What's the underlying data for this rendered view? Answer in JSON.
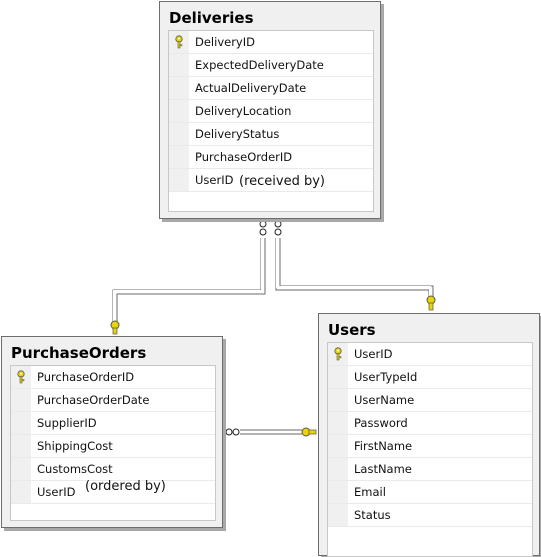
{
  "tables": {
    "deliveries": {
      "title": "Deliveries",
      "columns": [
        "DeliveryID",
        "ExpectedDeliveryDate",
        "ActualDeliveryDate",
        "DeliveryLocation",
        "DeliveryStatus",
        "PurchaseOrderID",
        "UserID"
      ],
      "key_column": "DeliveryID"
    },
    "purchase_orders": {
      "title": "PurchaseOrders",
      "columns": [
        "PurchaseOrderID",
        "PurchaseOrderDate",
        "SupplierID",
        "ShippingCost",
        "CustomsCost",
        "UserID"
      ],
      "key_column": "PurchaseOrderID"
    },
    "users": {
      "title": "Users",
      "columns": [
        "UserID",
        "UserTypeId",
        "UserName",
        "Password",
        "FirstName",
        "LastName",
        "Email",
        "Status"
      ],
      "key_column": "UserID"
    }
  },
  "notes": {
    "received_by": "(received by)",
    "ordered_by": "(ordered by)"
  },
  "relationships": [
    {
      "from": "Deliveries",
      "to": "PurchaseOrders"
    },
    {
      "from": "Deliveries",
      "to": "Users"
    },
    {
      "from": "PurchaseOrders",
      "to": "Users"
    }
  ],
  "colors": {
    "key_icon": "#e8d400",
    "line": "#6a6a6a"
  }
}
